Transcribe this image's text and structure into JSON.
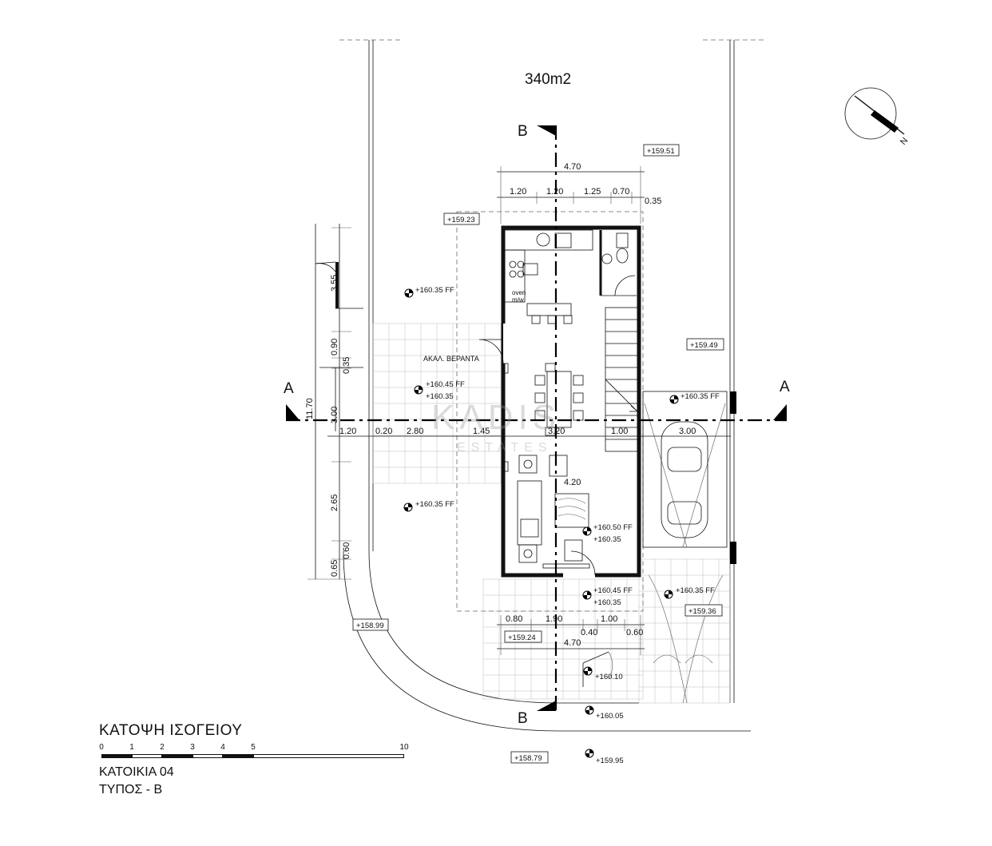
{
  "plot_area": "340m2",
  "section_labels": {
    "bb_top": "B",
    "bb_bottom": "B",
    "aa_left": "A",
    "aa_right": "A"
  },
  "north_label": "N",
  "watermark": {
    "brand": "KADIS",
    "sub": "ESTATES"
  },
  "room_labels": {
    "veranda": "ΑΚΑΛ. ΒΕΡΑΝΤΑ",
    "oven": "oven",
    "mw": "m/w"
  },
  "dimensions": {
    "top_total": "4.70",
    "top_segments": [
      "1.20",
      "1.20",
      "1.25",
      "0.70",
      "0.35"
    ],
    "left_vertical_total": "11.70",
    "left_vertical": [
      "3.55",
      "0.90",
      "0.35",
      "3.00",
      "2.65",
      "0.60",
      "0.65"
    ],
    "horizontal_row": [
      "1.20",
      "0.20",
      "2.80",
      "1.45",
      "3.20",
      "1.00",
      "3.00"
    ],
    "interior": "4.20",
    "bottom_segments": [
      "0.80",
      "1.90",
      "1.00",
      "0.40",
      "0.60"
    ],
    "bottom_total": "4.70"
  },
  "levels": {
    "l1": "+159.51",
    "l2": "+159.23",
    "l3": "+160.35 FF",
    "l4": "+159.49",
    "l5a": "+160.45 FF",
    "l5b": "+160.35",
    "l6": "+160.35 FF",
    "l7": "+160.35 FF",
    "l8a": "+160.50 FF",
    "l8b": "+160.35",
    "l9a": "+160.45 FF",
    "l9b": "+160.35",
    "l10": "+160.35 FF",
    "l11": "+159.36",
    "l12": "+158.99",
    "l13": "+159.24",
    "l14": "+160.10",
    "l15": "+160.05",
    "l16": "+158.79",
    "l17": "+159.95"
  },
  "title_block": {
    "title": "ΚΑΤΟΨΗ ΙΣΟΓΕΙΟΥ",
    "scale_ticks": [
      "0",
      "1",
      "2",
      "3",
      "4",
      "5",
      "10"
    ],
    "house": "ΚΑΤΟΙΚΙΑ 04",
    "type": "ΤΥΠΟΣ - Β"
  }
}
